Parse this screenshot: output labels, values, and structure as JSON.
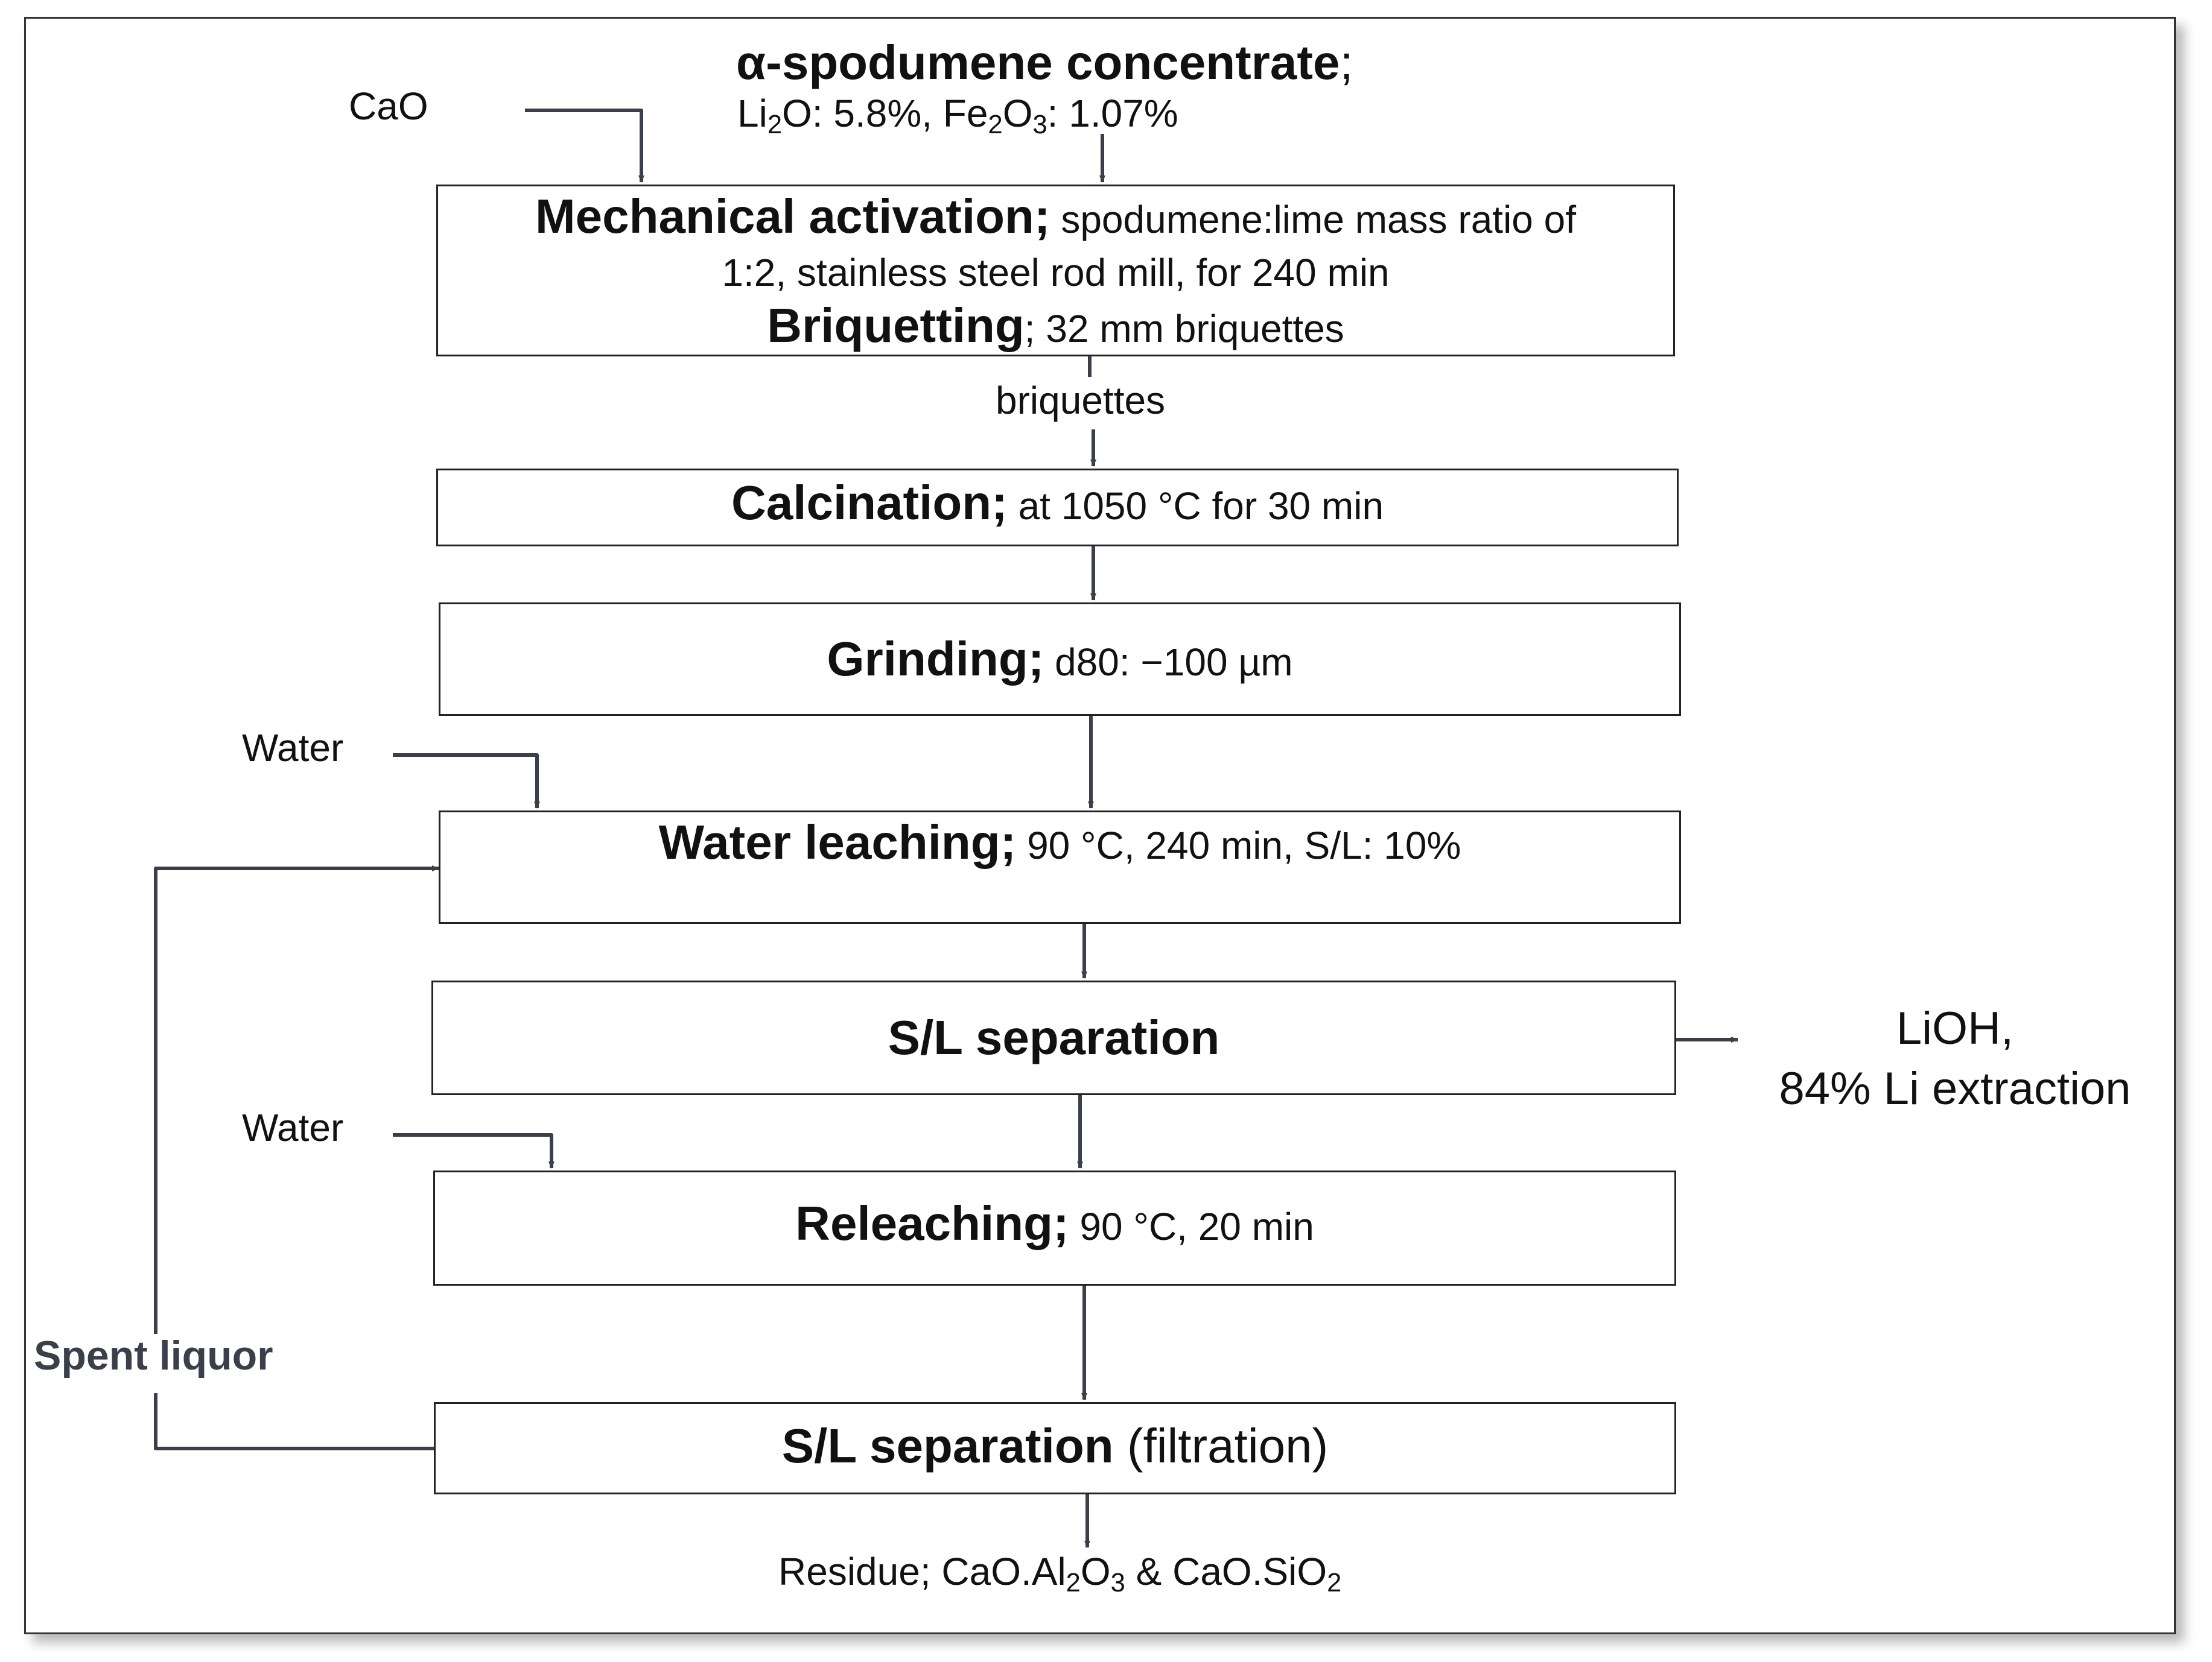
{
  "feed": {
    "name": "α-spodumene concentrate",
    "sep": ";",
    "assay": [
      {
        "pre": "Li",
        "sub": "2",
        "post": "O: 5.8%, Fe"
      },
      {
        "pre": "",
        "sub": "2",
        "post": "O"
      },
      {
        "pre": "",
        "sub": "3",
        "post": ": 1.07%"
      }
    ]
  },
  "inputs": {
    "cao": "CaO",
    "water_1": "Water",
    "water_2": "Water",
    "spent_liquor": "Spent liquor",
    "briquettes": "briquettes"
  },
  "steps": {
    "mechanical": {
      "title": "Mechanical activation;",
      "detail_a": " spodumene:lime mass ratio of",
      "detail_b": "1:2, stainless steel rod mill, for 240 min",
      "title2": "Briquetting",
      "detail_c": "; 32 mm briquettes"
    },
    "calcination": {
      "title": "Calcination;",
      "detail": " at 1050 °C for 30 min"
    },
    "grinding": {
      "title": "Grinding;",
      "detail": " d80: −100 µm"
    },
    "water_leaching": {
      "title": "Water leaching;",
      "detail": " 90 °C, 240 min, S/L: 10%"
    },
    "sl_separation_1": {
      "title": "S/L separation"
    },
    "releaching": {
      "title": "Releaching;",
      "detail": " 90 °C, 20 min"
    },
    "sl_separation_2": {
      "title": "S/L separation",
      "detail": " (filtration)"
    }
  },
  "outputs": {
    "lioh_line1": "LiOH,",
    "lioh_line2": "84% Li extraction",
    "residue": [
      {
        "pre": "Residue; CaO.Al",
        "sub": "2",
        "post": "O"
      },
      {
        "pre": "",
        "sub": "3",
        "post": " & CaO.SiO"
      },
      {
        "pre": "",
        "sub": "2",
        "post": ""
      }
    ]
  },
  "colors": {
    "line": "#3a3f4a",
    "text": "#111111",
    "border": "#222222"
  }
}
